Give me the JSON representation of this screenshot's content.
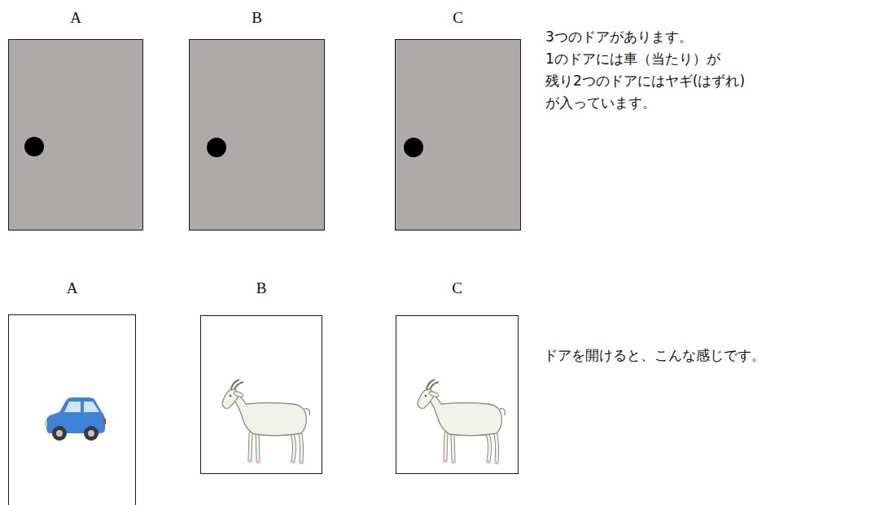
{
  "diagram": {
    "nodes": [
      {
        "text": [
          "A"
        ]
      },
      {
        "text": [
          "B"
        ]
      },
      {
        "text": [
          "C"
        ]
      },
      {
        "text": [
          "A"
        ]
      },
      {
        "text": [
          "B"
        ]
      },
      {
        "text": [
          "C"
        ]
      }
    ],
    "labels": [
      "3つのドアがあります。",
      "1のドアには車（当たり）が",
      "残り2つのドアにはヤギ(はずれ)",
      "が入っています。",
      "ドアを開けると、こんな感じです。"
    ]
  }
}
